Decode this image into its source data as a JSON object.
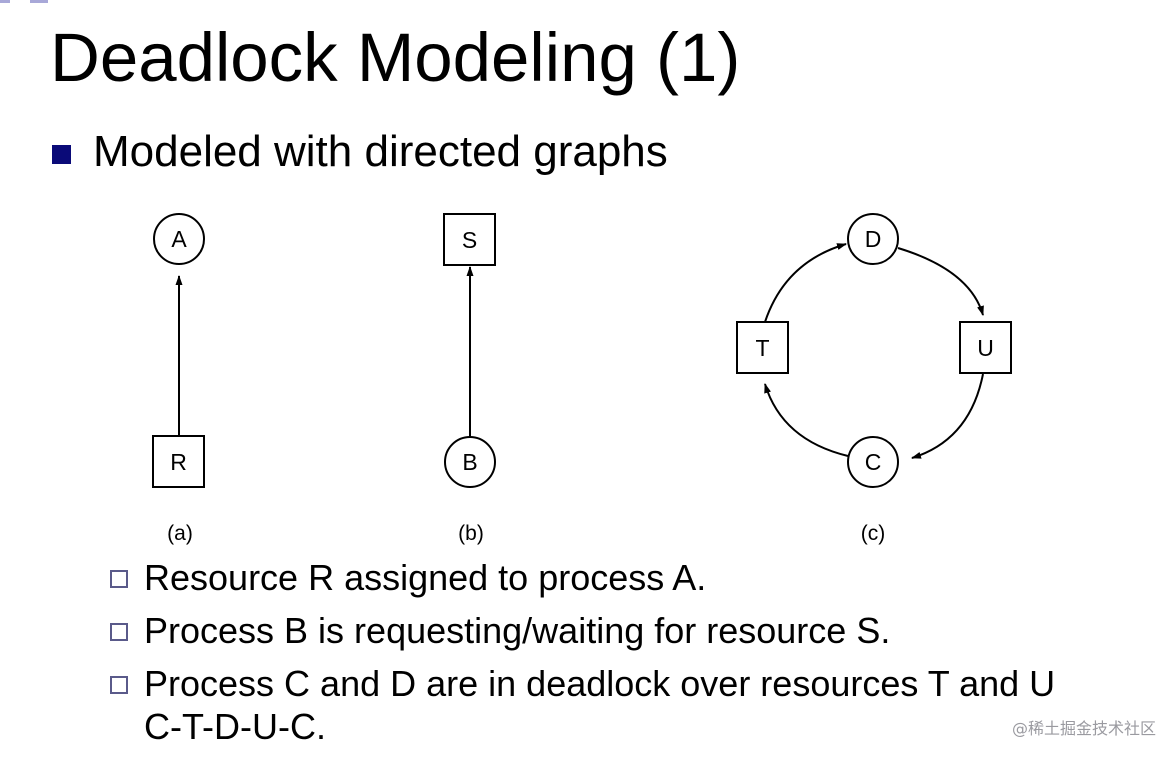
{
  "title": "Deadlock Modeling (1)",
  "bullet": "Modeled with directed graphs",
  "diagram": {
    "panel_a": {
      "caption": "(a)",
      "process_node": "A",
      "resource_node": "R"
    },
    "panel_b": {
      "caption": "(b)",
      "resource_node": "S",
      "process_node": "B"
    },
    "panel_c": {
      "caption": "(c)",
      "top_process": "D",
      "right_resource": "U",
      "bottom_process": "C",
      "left_resource": "T"
    }
  },
  "sub_bullets": [
    "Resource R assigned to process A.",
    "Process B is requesting/waiting for resource S.",
    "Process C and D are in deadlock over resources T and U\nC-T-D-U-C."
  ],
  "watermark": "@稀土掘金技术社区",
  "colors": {
    "bullet_square": "#0a0a78",
    "hollow_box_border": "#5a5a8a",
    "corner_mark": "#a8a8d8",
    "watermark": "#9a9aa0"
  }
}
